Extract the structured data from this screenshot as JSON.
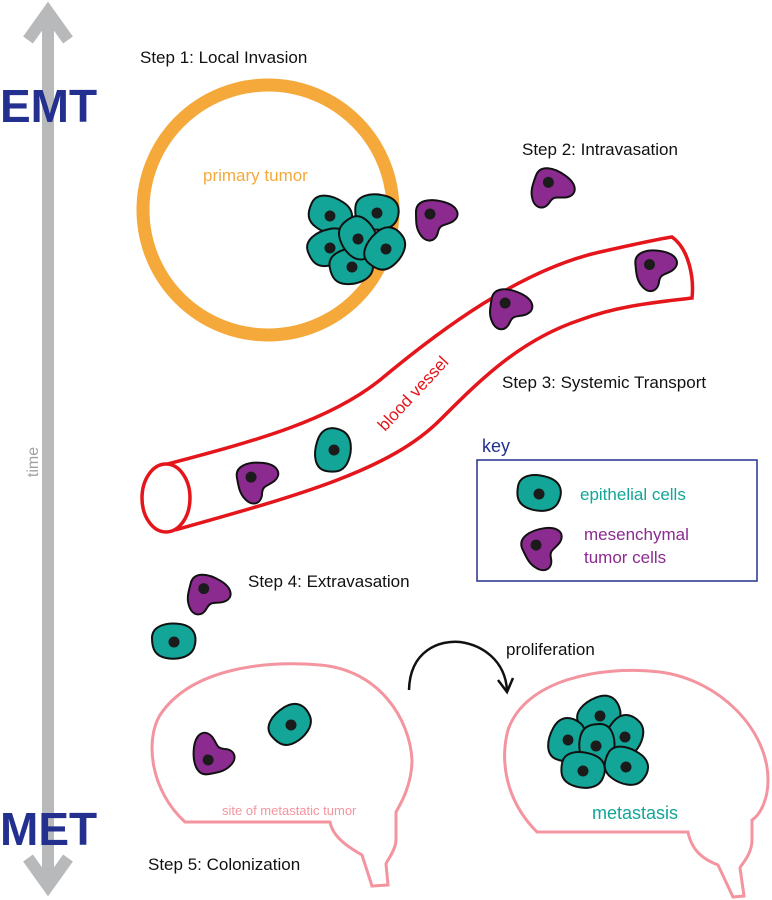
{
  "title_markers": {
    "top": "EMT",
    "bottom": "MET",
    "axis": "time"
  },
  "steps": [
    "Step 1: Local Invasion",
    "Step 2: Intravasation",
    "Step 3: Systemic Transport",
    "Step 4: Extravasation",
    "Step 5: Colonization"
  ],
  "labels": {
    "primary_tumor": "primary tumor",
    "blood_vessel": "blood vessel",
    "site": "site of metastatic tumor",
    "metastasis": "metastasis",
    "proliferation": "proliferation"
  },
  "key": {
    "title": "key",
    "epithelial": "epithelial cells",
    "mesenchymal_line1": "mesenchymal",
    "mesenchymal_line2": "tumor cells"
  },
  "colors": {
    "emt_met": "#23308f",
    "axis_arrow": "#b8b9bb",
    "tumor": "#f5a93b",
    "vessel": "#e4161b",
    "epithelial": "#13a597",
    "mesenchymal": "#8b2a8f",
    "site": "#f3949f",
    "key_border": "#23308f"
  }
}
